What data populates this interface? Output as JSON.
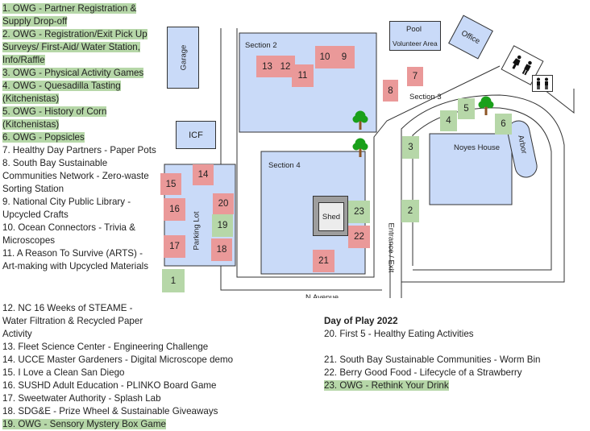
{
  "legend_left": [
    {
      "text": "1. OWG - Partner Registration & Supply Drop-off",
      "highlight": true
    },
    {
      "text": "2. OWG - Registration/Exit Pick Up Surveys/ First-Aid/ Water Station, Info/Raffle",
      "highlight": true
    },
    {
      "text": "3. OWG - Physical Activity Games",
      "highlight": true
    },
    {
      "text": "4. OWG - Quesadilla Tasting (Kitchenistas)",
      "highlight": true
    },
    {
      "text": "5. OWG - History of Corn (Kitchenistas)",
      "highlight": true
    },
    {
      "text": "6. OWG - Popsicles",
      "highlight": true
    },
    {
      "text": "7. Healthy Day Partners - Paper Pots",
      "highlight": false
    },
    {
      "text": "8. South Bay Sustainable Communities Network - Zero-waste Sorting Station",
      "highlight": false
    },
    {
      "text": "9. National City Public Library - Upcycled Crafts",
      "highlight": false
    },
    {
      "text": "10. Ocean Connectors - Trivia & Microscopes",
      "highlight": false
    },
    {
      "text": "11. A Reason To Survive (ARTS) - Art-making with Upcycled Materials",
      "highlight": false
    }
  ],
  "legend_bottom": [
    {
      "text": "12. NC 16 Weeks of STEAME - Water Filtration & Recycled Paper Activity",
      "highlight": false
    },
    {
      "text": "13. Fleet Science Center - Engineering Challenge",
      "highlight": false
    },
    {
      "text": "14. UCCE Master Gardeners - Digital Microscope demo",
      "highlight": false
    },
    {
      "text": "15.  I Love a Clean San Diego",
      "highlight": false
    },
    {
      "text": "16. SUSHD Adult Education - PLINKO Board Game",
      "highlight": false
    },
    {
      "text": "17. Sweetwater Authority - Splash Lab",
      "highlight": false
    },
    {
      "text": "18. SDG&E - Prize Wheel & Sustainable Giveaways",
      "highlight": false
    },
    {
      "text": "19. OWG - Sensory Mystery Box Game",
      "highlight": true
    }
  ],
  "legend_right": {
    "title": "Day of Play 2022",
    "items": [
      {
        "text": "20. First 5 - Healthy Eating Activities",
        "highlight": false
      },
      {
        "text": "",
        "highlight": false
      },
      {
        "text": "21. South Bay Sustainable Communities - Worm Bin",
        "highlight": false
      },
      {
        "text": "22. Berry Good Food - Lifecycle of a Strawberry",
        "highlight": false
      },
      {
        "text": "23. OWG - Rethink Your Drink",
        "highlight": true
      }
    ]
  },
  "buildings": {
    "garage": "Garage",
    "icf": "ICF",
    "section2": "Section 2",
    "section3": "Section 3",
    "section4": "Section 4",
    "pool": "Pool",
    "volunteer": "Volunteer Area",
    "office": "Office",
    "noyes": "Noyes House",
    "arbor": "Arbor",
    "shed": "Shed",
    "parking": "Parking Lot",
    "entrance": "Entrance / Exit",
    "street": "N Avenue"
  },
  "booths": {
    "b1": "1",
    "b2": "2",
    "b3": "3",
    "b4": "4",
    "b5": "5",
    "b6": "6",
    "b7": "7",
    "b8": "8",
    "b9": "9",
    "b10": "10",
    "b11": "11",
    "b12": "12",
    "b13": "13",
    "b14": "14",
    "b15": "15",
    "b16": "16",
    "b17": "17",
    "b18": "18",
    "b19": "19",
    "b20": "20",
    "b21": "21",
    "b22": "22",
    "b23": "23"
  },
  "colors": {
    "partner_booth": "#ea9999",
    "owg_booth": "#b6d7a8",
    "building": "#c9daf8",
    "highlight": "#b6d7a8"
  },
  "icons": {
    "restroom": "restroom-icon",
    "tree": "tree-icon"
  }
}
